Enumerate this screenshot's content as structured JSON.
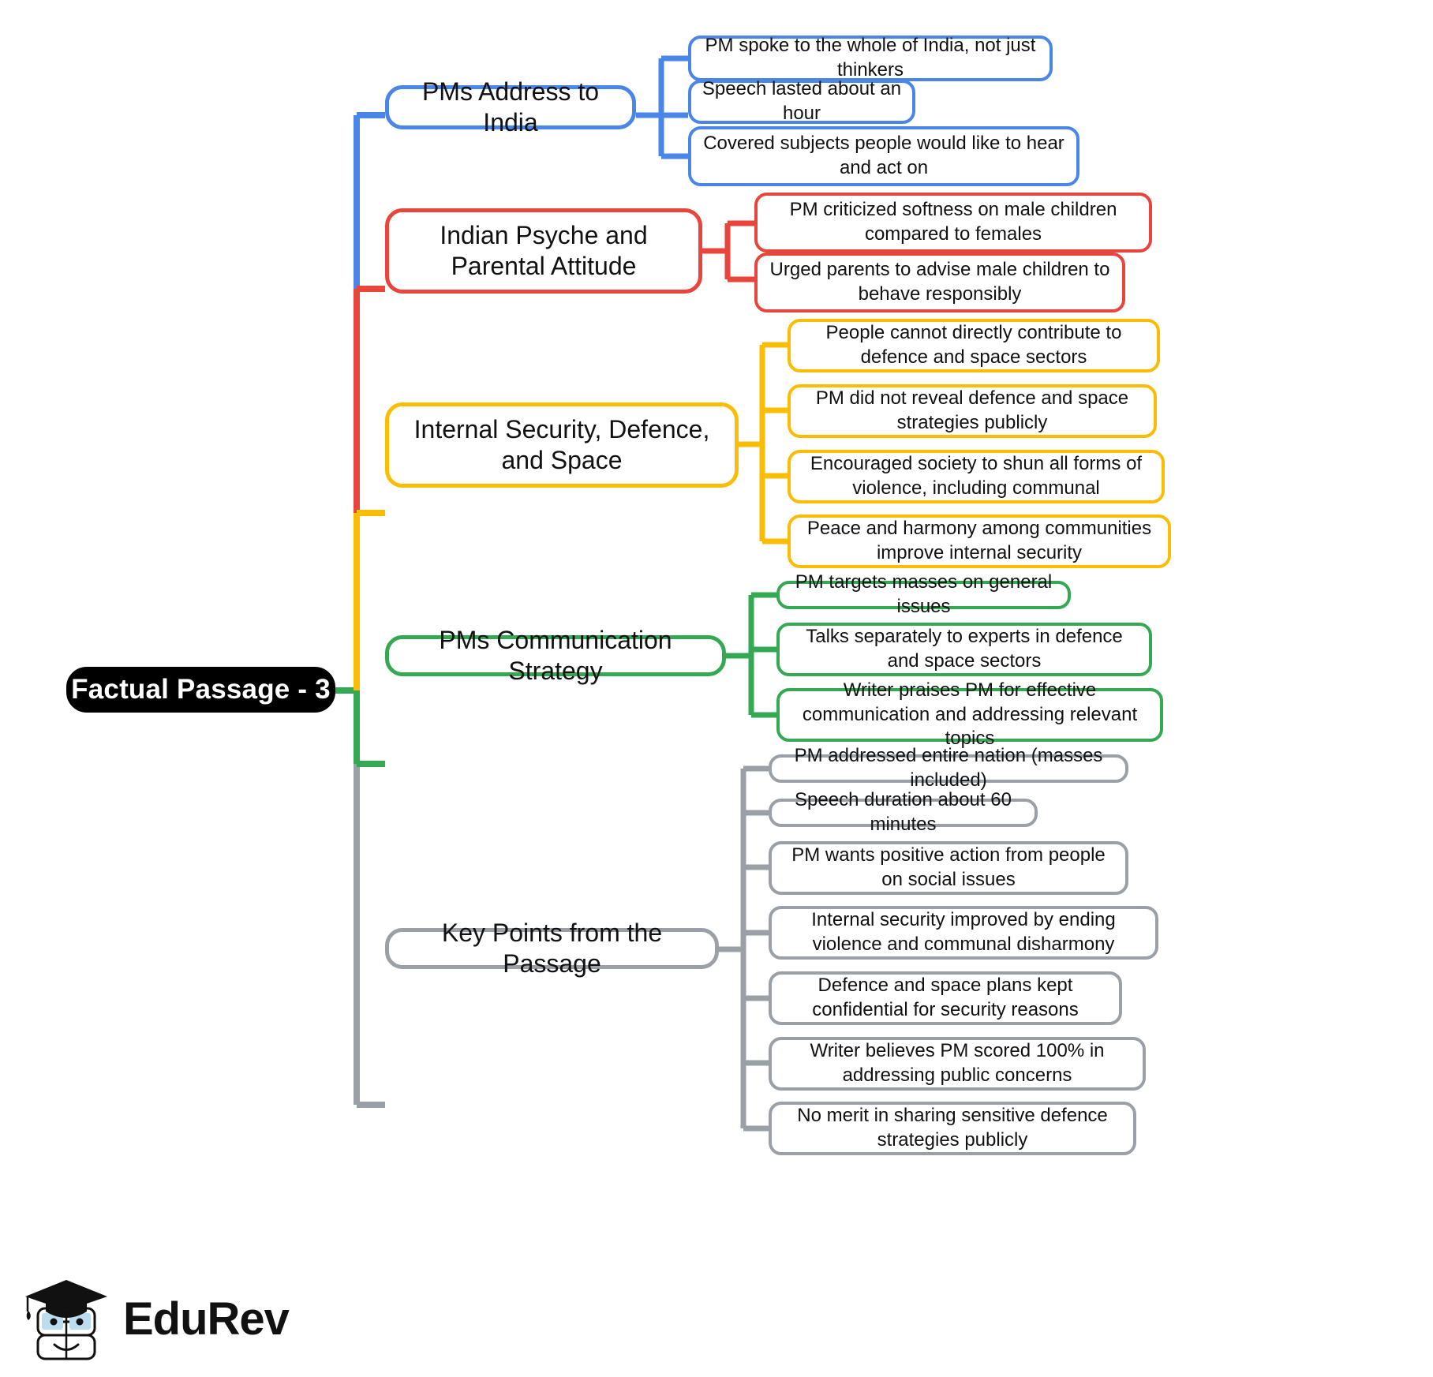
{
  "diagram": {
    "type": "mind-map",
    "root": {
      "label": "Factual Passage - 3",
      "color": "#000000"
    },
    "palette": {
      "blue": "#4a86e8",
      "red": "#e8453c",
      "yellow": "#fbbc04",
      "green": "#34a853",
      "gray": "#9aa0a6",
      "root_bg": "#000000",
      "text": "#111111",
      "background": "#ffffff"
    },
    "branches": [
      {
        "label": "PMs Address to India",
        "color": "#4a86e8",
        "children": [
          "PM spoke to the whole of India, not just thinkers",
          "Speech lasted about an hour",
          "Covered subjects people would like to hear and act on"
        ]
      },
      {
        "label": "Indian Psyche and Parental Attitude",
        "color": "#e8453c",
        "children": [
          "PM criticized softness on male children compared to females",
          "Urged parents to advise male children to behave responsibly"
        ]
      },
      {
        "label": "Internal Security, Defence, and Space",
        "color": "#fbbc04",
        "children": [
          "People cannot directly contribute to defence and space sectors",
          "PM did not reveal defence and space strategies publicly",
          "Encouraged society to shun all forms of violence, including communal",
          "Peace and harmony among communities improve internal security"
        ]
      },
      {
        "label": "PMs Communication Strategy",
        "color": "#34a853",
        "children": [
          "PM targets masses on general issues",
          "Talks separately to experts in defence and space sectors",
          "Writer praises PM for effective communication and addressing relevant topics"
        ]
      },
      {
        "label": "Key Points from the Passage",
        "color": "#9aa0a6",
        "children": [
          "PM addressed entire nation (masses included)",
          "Speech duration about 60 minutes",
          "PM wants positive action from people on social issues",
          "Internal security improved by ending violence and communal disharmony",
          "Defence and space plans kept confidential for security reasons",
          "Writer believes PM scored 100% in addressing public concerns",
          "No merit in sharing sensitive defence strategies publicly"
        ]
      }
    ]
  },
  "logo": {
    "wordmark": "EduRev",
    "icon_name": "edurev-graduate-book-mascot",
    "cap_color": "#111111",
    "lens_color": "#bcdcf0"
  }
}
